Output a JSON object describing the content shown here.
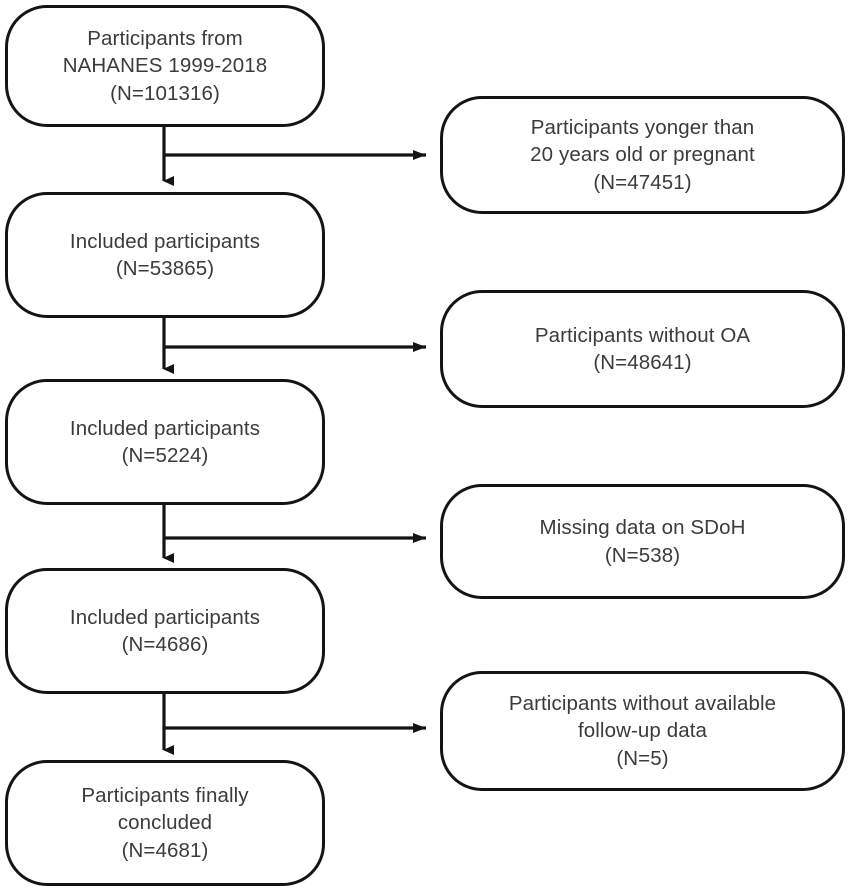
{
  "diagram": {
    "title": "Participant selection flow chart",
    "type": "flowchart",
    "stroke_color": "#141414",
    "text_color": "#3b3b3b",
    "background_color": "#ffffff",
    "primary_nodes": [
      {
        "id": "source-population",
        "text": "Participants from\nNAHANES 1999-2018\n(N=101316)",
        "label": "Participants from NAHANES 1999-2018",
        "n": "101316"
      },
      {
        "id": "included-1",
        "text": "Included participants\n(N=53865)",
        "label": "Included participants",
        "n": "53865"
      },
      {
        "id": "included-2",
        "text": "Included participants\n(N=5224)",
        "label": "Included participants",
        "n": "5224"
      },
      {
        "id": "included-3",
        "text": "Included participants\n(N=4686)",
        "label": "Included participants",
        "n": "4686"
      },
      {
        "id": "final-cohort",
        "text": "Participants finally\nconcluded\n(N=4681)",
        "label": "Participants finally concluded",
        "n": "4681"
      }
    ],
    "exclusion_nodes": [
      {
        "id": "excluded-age-pregnancy",
        "text": "Participants yonger than\n20 years old or pregnant\n(N=47451)",
        "label": "Participants yonger than 20 years old or pregnant",
        "n": "47451"
      },
      {
        "id": "excluded-no-oa",
        "text": "Participants without OA\n(N=48641)",
        "label": "Participants without OA",
        "n": "48641"
      },
      {
        "id": "excluded-missing-sdoh",
        "text": "Missing data on SDoH\n(N=538)",
        "label": "Missing data on SDoH",
        "n": "538"
      },
      {
        "id": "excluded-no-followup",
        "text": "Participants without available\nfollow-up data\n(N=5)",
        "label": "Participants without available follow-up data",
        "n": "5"
      }
    ]
  }
}
